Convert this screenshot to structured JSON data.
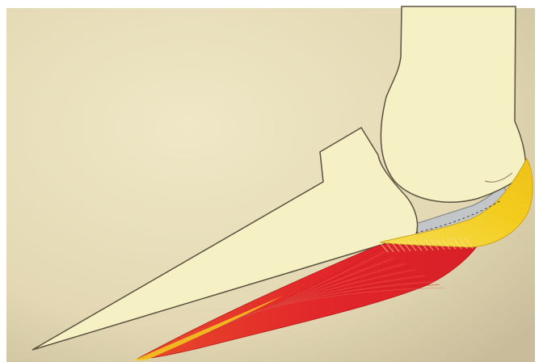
{
  "diagram": {
    "colors": {
      "background_light": "#ebe2bd",
      "background_dark": "#c9bd9b",
      "bone": "#f6f1c5",
      "bone_outline": "#5c5240",
      "cartilage": "#c3c6c8",
      "tendon_yellow": "#f3cc1e",
      "muscle_red": "#e2262a",
      "muscle_dark_red": "#b81a1d"
    },
    "icons": {
      "humerus": "upper-bone-shape",
      "forearm": "lower-bone-shape",
      "muscle": "muscle-shape",
      "tendon": "tendon-shape"
    }
  }
}
